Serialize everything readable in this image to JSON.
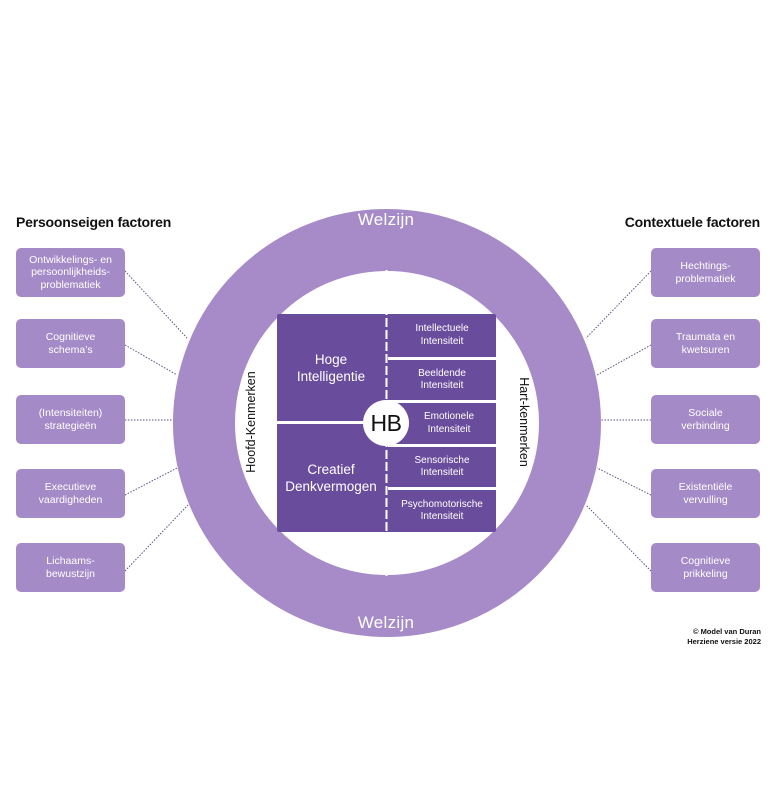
{
  "colors": {
    "ring": "#a68bc8",
    "factor_box": "#a58ac8",
    "core": "#6a4c9c",
    "connector_dots": "#5e4d7c"
  },
  "left_panel": {
    "title": "Persoonseigen factoren",
    "items": [
      {
        "label": "Ontwikkelings- en\npersoonlijkheids-\nproblematiek"
      },
      {
        "label": "Cognitieve\nschema’s"
      },
      {
        "label": "(Intensiteiten)\nstrategieën"
      },
      {
        "label": "Executieve\nvaardigheden"
      },
      {
        "label": "Lichaams-\nbewustzijn"
      }
    ]
  },
  "right_panel": {
    "title": "Contextuele factoren",
    "items": [
      {
        "label": "Hechtings-\nproblematiek"
      },
      {
        "label": "Traumata en\nkwetsuren"
      },
      {
        "label": "Sociale\nverbinding"
      },
      {
        "label": "Existentiële\nvervulling"
      },
      {
        "label": "Cognitieve\nprikkeling"
      }
    ]
  },
  "ring": {
    "top_label": "Welzijn",
    "bottom_label": "Welzijn",
    "left_label": "Hoofd-Kenmerken",
    "right_label": "Hart-kenmerken"
  },
  "core": {
    "center_label": "HB",
    "left_cells": [
      {
        "label": "Hoge\nIntelligentie"
      },
      {
        "label": "Creatief\nDenkvermogen"
      }
    ],
    "right_cells": [
      {
        "label": "Intellectuele\nIntensiteit"
      },
      {
        "label": "Beeldende\nIntensiteit"
      },
      {
        "label": "Emotionele\nIntensiteit"
      },
      {
        "label": "Sensorische\nIntensiteit"
      },
      {
        "label": "Psychomotorische\nIntensiteit"
      }
    ]
  },
  "credits": {
    "line1": "© Model van Duran",
    "line2": "Herziene versie 2022"
  }
}
